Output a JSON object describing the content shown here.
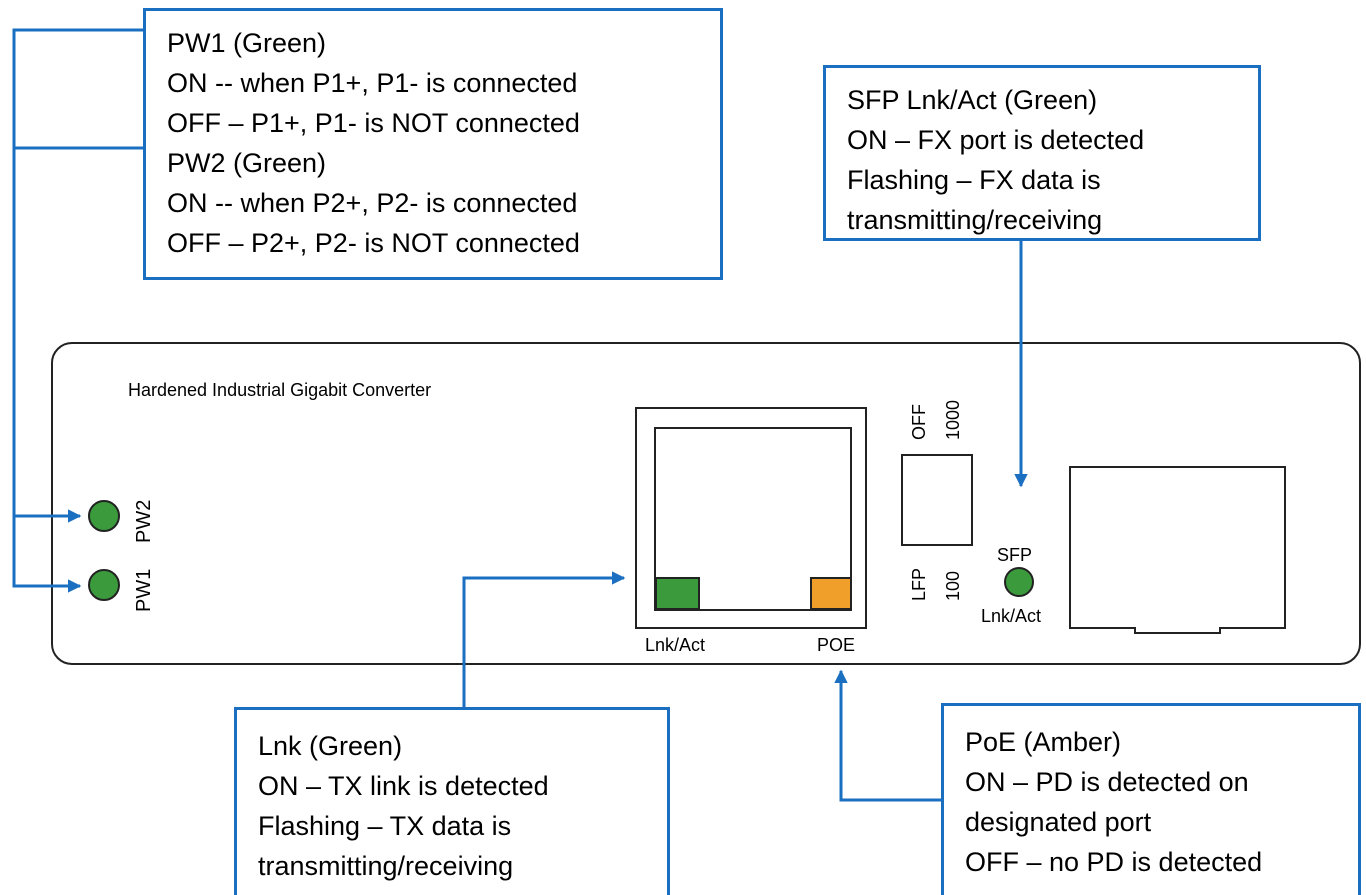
{
  "colors": {
    "accent_blue": "#1a6fc0",
    "led_green": "#3a9a3c",
    "poe_amber": "#ef9f2a",
    "outline": "#222222"
  },
  "callouts": {
    "pw": {
      "lines": [
        "PW1 (Green)",
        "ON -- when P1+, P1- is connected",
        "OFF – P1+, P1- is NOT connected",
        "PW2 (Green)",
        "ON -- when P2+, P2- is connected",
        "OFF – P2+, P2- is NOT connected"
      ]
    },
    "sfp": {
      "lines": [
        "SFP Lnk/Act (Green)",
        "ON – FX port is detected",
        "Flashing – FX data is",
        "transmitting/receiving"
      ]
    },
    "lnk": {
      "lines": [
        "Lnk (Green)",
        "ON – TX link is detected",
        "Flashing – TX data is",
        "transmitting/receiving"
      ]
    },
    "poe": {
      "lines": [
        "PoE (Amber)",
        "ON – PD is detected on",
        "designated port",
        "OFF – no PD is detected"
      ]
    }
  },
  "device": {
    "title": "Hardened Industrial Gigabit Converter",
    "pw1_label": "PW1",
    "pw2_label": "PW2",
    "lnk_act_label": "Lnk/Act",
    "poe_label": "POE",
    "switch_top_labels": [
      "OFF",
      "1000"
    ],
    "switch_bottom_labels": [
      "LFP",
      "100"
    ],
    "sfp_label": "SFP",
    "sfp_sub_label": "Lnk/Act"
  }
}
